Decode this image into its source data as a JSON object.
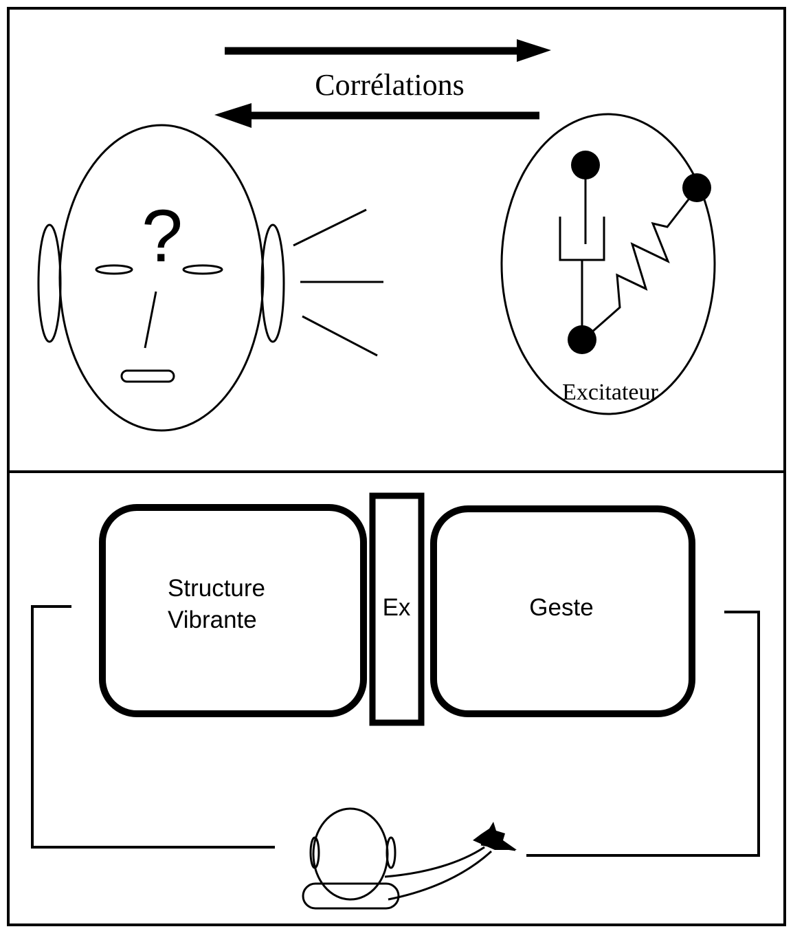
{
  "top_panel": {
    "title": "Corrélations",
    "head_symbol": "?",
    "exciter_label": "Excitateur"
  },
  "bottom_panel": {
    "vibrating_structure_line1": "Structure",
    "vibrating_structure_line2": "Vibrante",
    "exciter_short": "Ex",
    "gesture_label": "Geste"
  },
  "colors": {
    "ink": "#000000",
    "background": "#ffffff"
  }
}
